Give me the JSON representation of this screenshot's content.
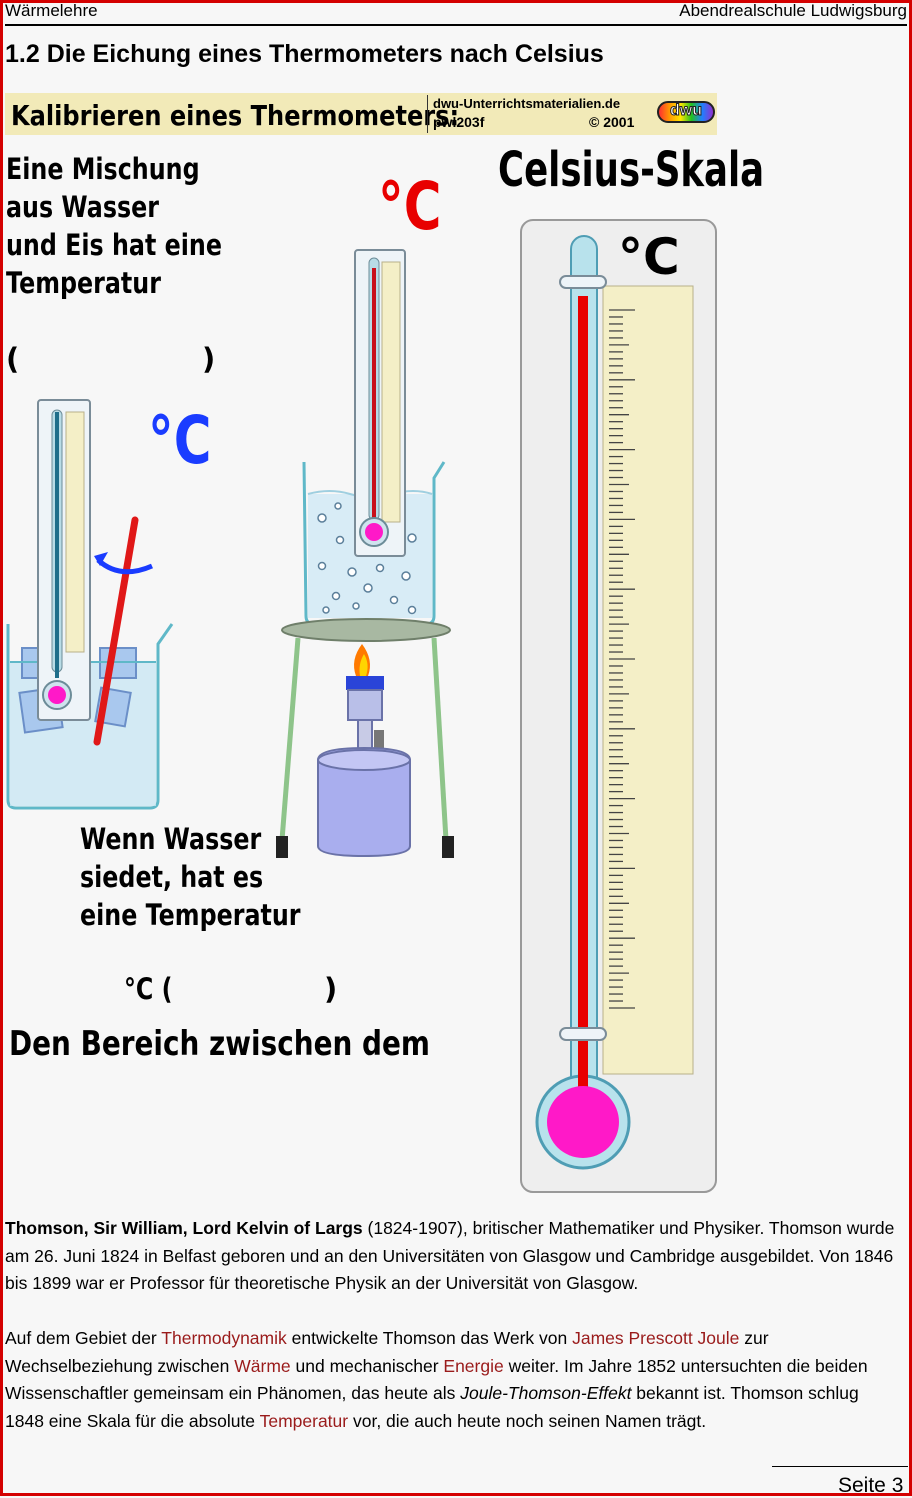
{
  "header": {
    "left": "Wärmelehre",
    "right": "Abendrealschule Ludwigsburg"
  },
  "title": "1.2 Die Eichung eines Thermometers nach Celsius",
  "banner": {
    "heading": "Kalibrieren eines Thermometers:",
    "site": "dwu-Unterrichtsmaterialien.de",
    "code": "pwl203f",
    "copyright": "© 2001",
    "logo": "dwu"
  },
  "figure": {
    "text_ice": [
      "Eine Mischung",
      "aus Wasser",
      "und Eis hat eine",
      "Temperatur"
    ],
    "bracket_open": "(",
    "bracket_close": ")",
    "unit_red": "°C",
    "unit_blue": "°C",
    "text_boil": [
      "Wenn Wasser",
      "siedet, hat es",
      "eine Temperatur"
    ],
    "unit_bracket": "°C (",
    "bracket_close2": ")",
    "range_text": "Den Bereich zwischen dem",
    "scale_title": "Celsius-Skala",
    "scale_unit": "°C"
  },
  "bio": {
    "name": "Thomson, Sir William, Lord Kelvin of Largs",
    "years": " (1824-1907), britischer Mathematiker und Physiker.",
    "line2": "Thomson wurde am 26. Juni 1824 in Belfast geboren und an den Universitäten von Glasgow und Cambridge ausgebildet. Von 1846 bis 1899 war er Professor für theoretische Physik an der Universität von Glasgow.",
    "p2_a": "Auf dem Gebiet der ",
    "link_thermo": "Thermodynamik",
    "p2_b": " entwickelte Thomson das Werk von ",
    "link_joule": "James Prescott Joule",
    "p2_c": " zur Wechselbeziehung zwischen ",
    "link_waerme": "Wärme",
    "p2_d": " und mechanischer ",
    "link_energie": "Energie",
    "p2_e": " weiter. Im Jahre 1852 untersuchten die beiden Wissenschaftler gemeinsam ein Phänomen, das heute als ",
    "effect": "Joule-Thomson-Effekt",
    "p2_f": " bekannt ist. Thomson schlug 1848 eine Skala für die absolute ",
    "link_temp": "Temperatur",
    "p2_g": " vor, die auch heute noch seinen Namen trägt."
  },
  "page": "Seite 3",
  "colors": {
    "frame": "#d40000",
    "link": "#9a1b1b",
    "bulb": "#ff19c8",
    "column": "#e80000",
    "unit_blue": "#1a3cff"
  }
}
